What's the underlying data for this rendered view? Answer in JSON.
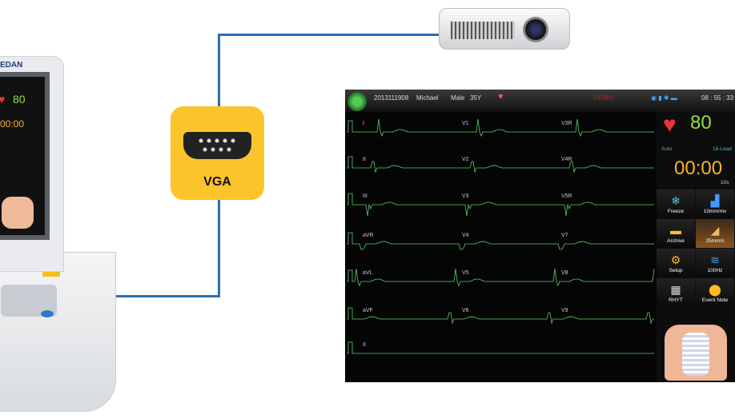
{
  "device": {
    "brand": "EDAN"
  },
  "vga": {
    "label": "VGA"
  },
  "monitor": {
    "header": {
      "patient_id": "2013111908",
      "name": "Michael",
      "sex": "Male",
      "age": "35Y",
      "mode": "DEMO",
      "time": "08 : 55 : 33"
    },
    "leads_col1": [
      "I",
      "II",
      "III",
      "aVR",
      "aVL",
      "aVF",
      "II"
    ],
    "leads_col2": [
      "V1",
      "V2",
      "V3",
      "V4",
      "V5",
      "V6"
    ],
    "leads_col3": [
      "V3R",
      "V4R",
      "V5R",
      "V7",
      "V8",
      "V9"
    ],
    "panel": {
      "heart_rate": "80",
      "mode": "Auto",
      "lead_config": "18-Lead",
      "timer": "00:00",
      "duration": "10s",
      "buttons": [
        {
          "label": "Freeze",
          "icon": "snowflake-icon"
        },
        {
          "label": "10mm/mv",
          "icon": "gain-icon"
        },
        {
          "label": "Archive",
          "icon": "folder-icon"
        },
        {
          "label": "25mm/s",
          "icon": "speed-icon"
        },
        {
          "label": "Setup",
          "icon": "gear-icon"
        },
        {
          "label": "100Hz",
          "icon": "filter-icon"
        },
        {
          "label": "RHYT",
          "icon": "calendar-icon"
        },
        {
          "label": "Event Note",
          "icon": "pin-icon"
        }
      ]
    }
  },
  "colors": {
    "cable": "#2a6fb0",
    "vga": "#fcc42b",
    "ecg_trace": "#5fcf6a",
    "hr": "#8fe04a",
    "timer": "#f6b427",
    "demo": "#d01515"
  }
}
